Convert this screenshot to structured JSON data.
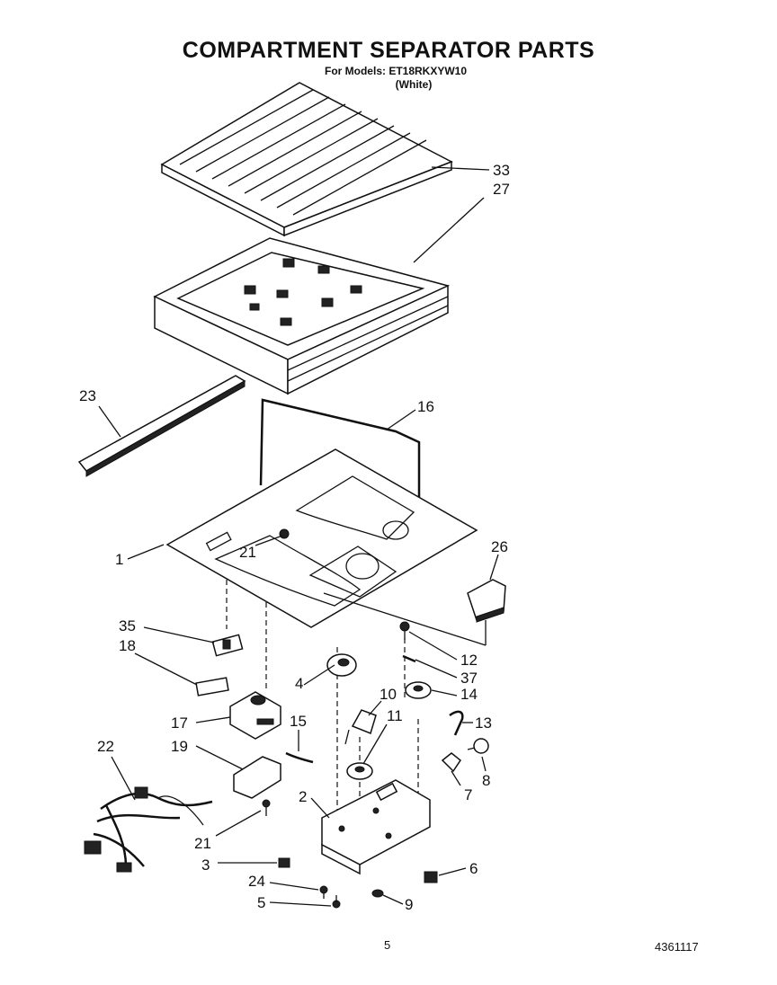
{
  "header": {
    "title": "COMPARTMENT SEPARATOR PARTS",
    "models": "For Models: ET18RKXYW10",
    "color": "(White)"
  },
  "footer": {
    "page_number": "5",
    "document_number": "4361117"
  },
  "callouts": {
    "n33": "33",
    "n27": "27",
    "n23": "23",
    "n16": "16",
    "n1": "1",
    "n21a": "21",
    "n26": "26",
    "n35": "35",
    "n18": "18",
    "n12": "12",
    "n37": "37",
    "n4": "4",
    "n10": "10",
    "n14": "14",
    "n15": "15",
    "n11": "11",
    "n13": "13",
    "n17": "17",
    "n19": "19",
    "n22": "22",
    "n8": "8",
    "n7": "7",
    "n2": "2",
    "n21b": "21",
    "n3": "3",
    "n6": "6",
    "n24": "24",
    "n5": "5",
    "n9": "9"
  }
}
